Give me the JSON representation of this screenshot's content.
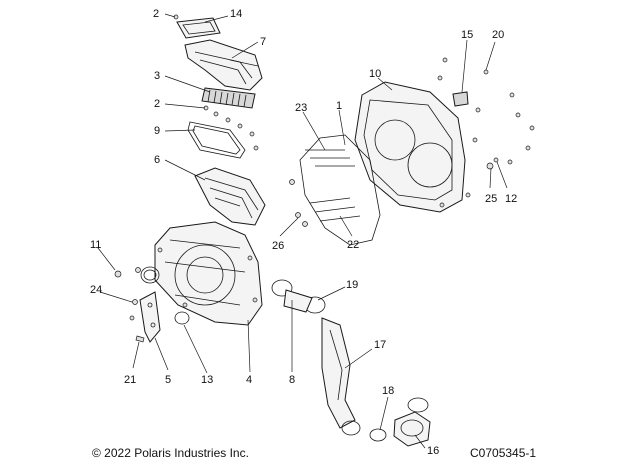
{
  "callouts": {
    "c1": "1",
    "c2a": "2",
    "c2b": "2",
    "c3": "3",
    "c4": "4",
    "c5": "5",
    "c6": "6",
    "c7": "7",
    "c8": "8",
    "c9": "9",
    "c10": "10",
    "c11": "11",
    "c12": "12",
    "c13": "13",
    "c14": "14",
    "c15": "15",
    "c16": "16",
    "c17": "17",
    "c18": "18",
    "c19": "19",
    "c20": "20",
    "c21": "21",
    "c22": "22",
    "c23": "23",
    "c24": "24",
    "c25": "25",
    "c26": "26"
  },
  "footer": {
    "copyright": "© 2022 Polaris Industries Inc.",
    "figure_code": "C0705345-1"
  }
}
